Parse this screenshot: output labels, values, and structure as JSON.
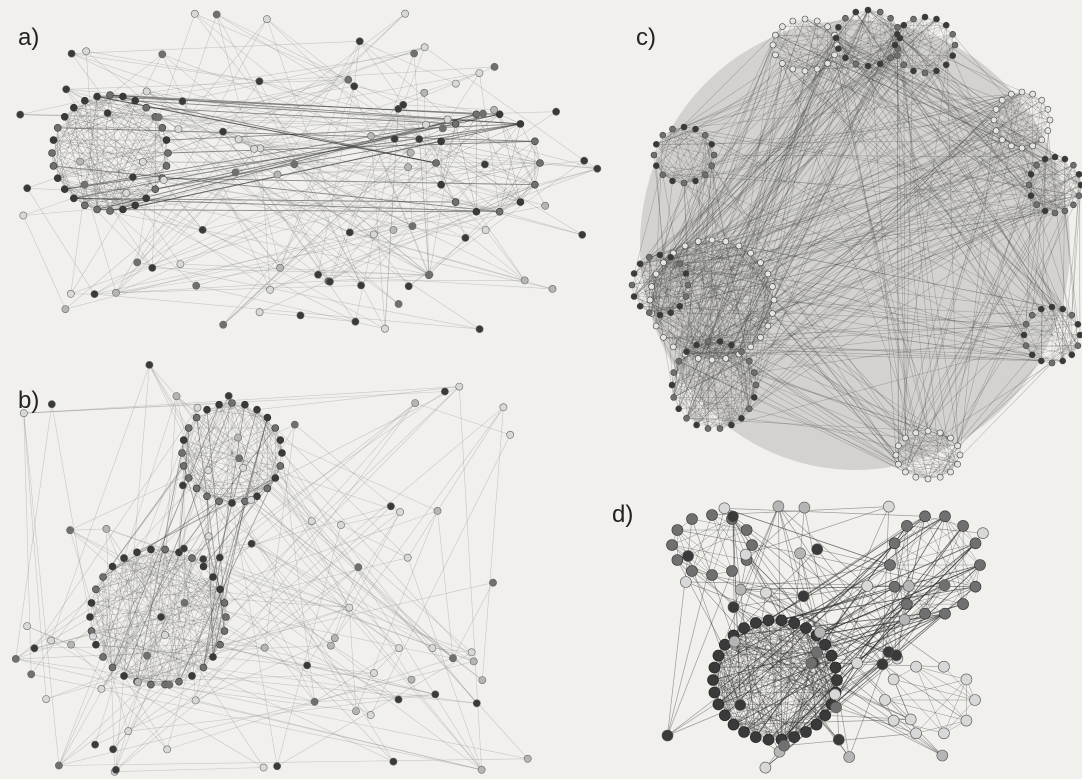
{
  "figure": {
    "panels": [
      {
        "id": "a",
        "label": "a)",
        "clusters": 2,
        "peripheral_nodes": 90
      },
      {
        "id": "b",
        "label": "b)",
        "clusters": 2,
        "peripheral_nodes": 80
      },
      {
        "id": "c",
        "label": "c)",
        "clusters": 10,
        "peripheral_nodes": 0
      },
      {
        "id": "d",
        "label": "d)",
        "clusters": 3,
        "peripheral_nodes": 40
      }
    ],
    "colors": {
      "background": "#f1f0ec",
      "node_dark": "#3a3a3a",
      "node_mid": "#707070",
      "node_light": "#b5b5b5",
      "node_pale": "#d8d8d8",
      "edge": "#8a8a8a",
      "edge_dark": "#303030",
      "label": "#222222"
    }
  }
}
